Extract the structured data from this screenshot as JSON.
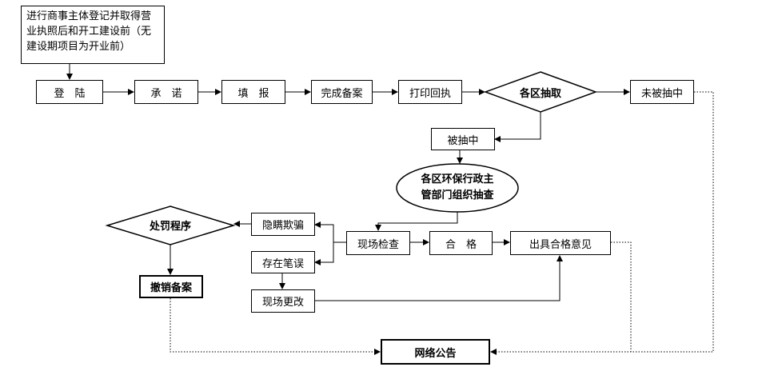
{
  "note": {
    "lines": [
      "进行商事主体登记并取得营",
      "业执照后和开工建设前（无",
      "建设期项目为开业前）"
    ]
  },
  "steps": {
    "login": "登　陆",
    "promise": "承　诺",
    "fill": "填　报",
    "complete": "完成备案",
    "print": "打印回执",
    "district_sampling": "各区抽取",
    "not_sampled": "未被抽中",
    "sampled": "被抽中",
    "inspection_dept": [
      "各区环保行政主",
      "管部门组织抽查"
    ],
    "onsite_check": "现场检查",
    "pass": "合　格",
    "qualified_opinion": "出具合格意见",
    "concealment": "隐瞒欺骗",
    "penalty": "处罚程序",
    "revoke": "撤销备案",
    "errors": "存在笔误",
    "onsite_correction": "现场更改",
    "online_notice": "网络公告"
  }
}
